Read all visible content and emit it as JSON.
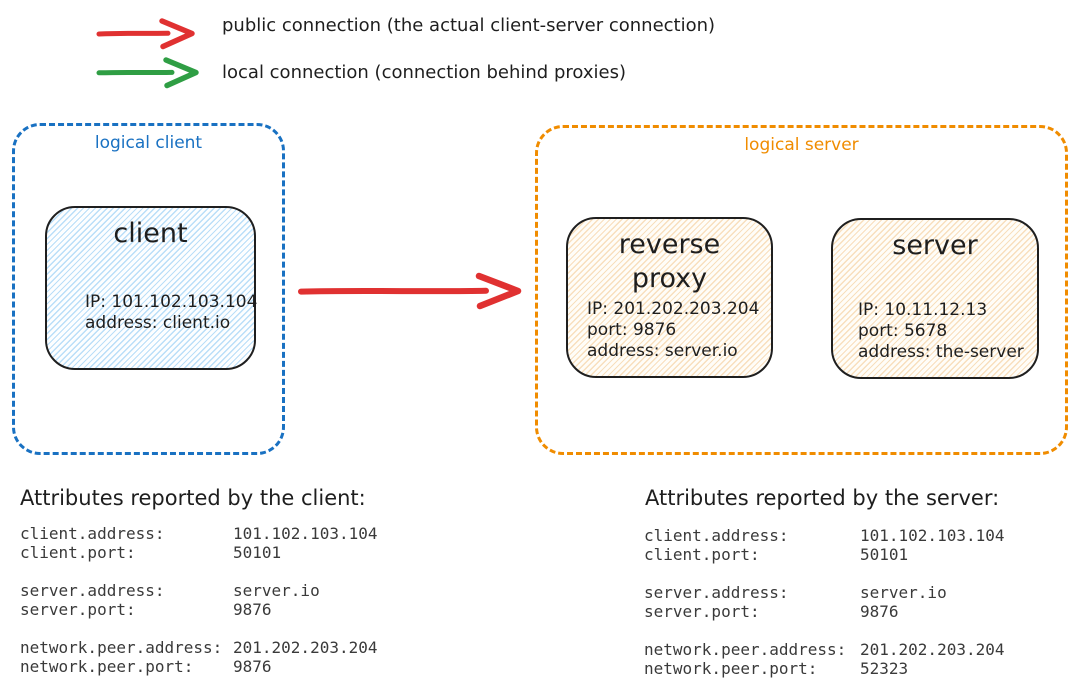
{
  "colors": {
    "public_connection": "#e03131",
    "local_connection": "#2f9e44",
    "logical_client_accent": "#1971c2",
    "logical_server_accent": "#f08c00",
    "ink": "#1e1e1e"
  },
  "icons": {
    "public_connection_arrow": "red-arrow-right",
    "local_connection_arrow": "green-arrow-right",
    "client_to_server_arrow": "red-arrow-right"
  },
  "legend": {
    "public": "public connection (the actual client-server connection)",
    "local": "local connection (connection behind proxies)"
  },
  "logical_client": {
    "label": "logical client",
    "node": {
      "title": "client",
      "lines": [
        "IP: 101.102.103.104",
        "address: client.io"
      ]
    }
  },
  "logical_server": {
    "label": "logical server",
    "nodes": [
      {
        "title": "reverse proxy",
        "lines": [
          "IP: 201.202.203.204",
          "port: 9876",
          "address: server.io"
        ]
      },
      {
        "title": "server",
        "lines": [
          "IP: 10.11.12.13",
          "port: 5678",
          "address: the-server"
        ]
      }
    ]
  },
  "attrs_client": {
    "heading": "Attributes reported by the client:",
    "groups": [
      {
        "rows": [
          {
            "key": "client.address:",
            "value": "101.102.103.104"
          },
          {
            "key": "client.port:",
            "value": "50101"
          }
        ]
      },
      {
        "rows": [
          {
            "key": "server.address:",
            "value": "server.io"
          },
          {
            "key": "server.port:",
            "value": "9876"
          }
        ]
      },
      {
        "rows": [
          {
            "key": "network.peer.address:",
            "value": "201.202.203.204"
          },
          {
            "key": "network.peer.port:",
            "value": "9876"
          }
        ]
      }
    ]
  },
  "attrs_server": {
    "heading": "Attributes reported by the server:",
    "groups": [
      {
        "rows": [
          {
            "key": "client.address:",
            "value": "101.102.103.104"
          },
          {
            "key": "client.port:",
            "value": "50101"
          }
        ]
      },
      {
        "rows": [
          {
            "key": "server.address:",
            "value": "server.io"
          },
          {
            "key": "server.port:",
            "value": "9876"
          }
        ]
      },
      {
        "rows": [
          {
            "key": "network.peer.address:",
            "value": "201.202.203.204"
          },
          {
            "key": "network.peer.port:",
            "value": "52323"
          }
        ]
      }
    ]
  }
}
